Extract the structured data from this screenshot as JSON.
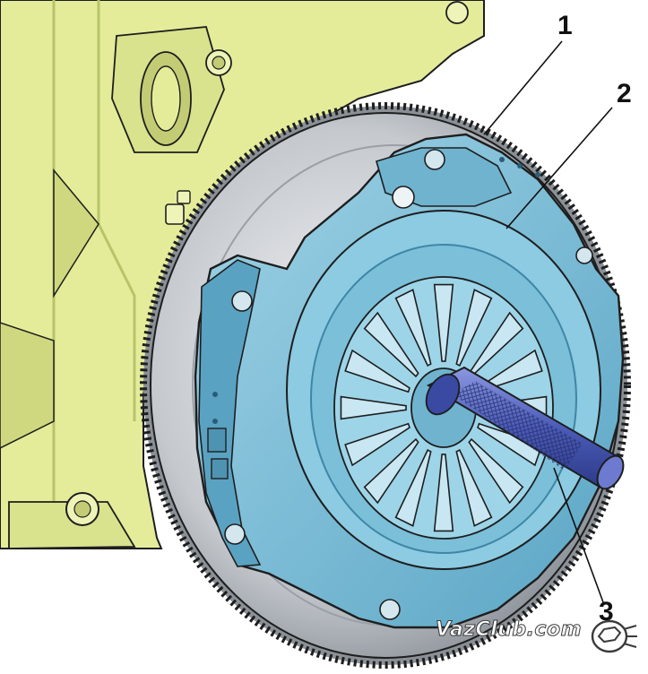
{
  "callouts": [
    {
      "id": "1",
      "label": "1"
    },
    {
      "id": "2",
      "label": "2"
    },
    {
      "id": "3",
      "label": "3"
    }
  ],
  "watermark": {
    "text": "VazClub.com"
  },
  "colors": {
    "engine_block": "#e4ec9a",
    "engine_shadow": "#b8c36a",
    "flywheel": "#c9cdd2",
    "clutch_cover": "#7fc2db",
    "clutch_dark": "#3f86a6",
    "tool_shaft": "#5d6ec4",
    "outline": "#1e1e1e"
  }
}
